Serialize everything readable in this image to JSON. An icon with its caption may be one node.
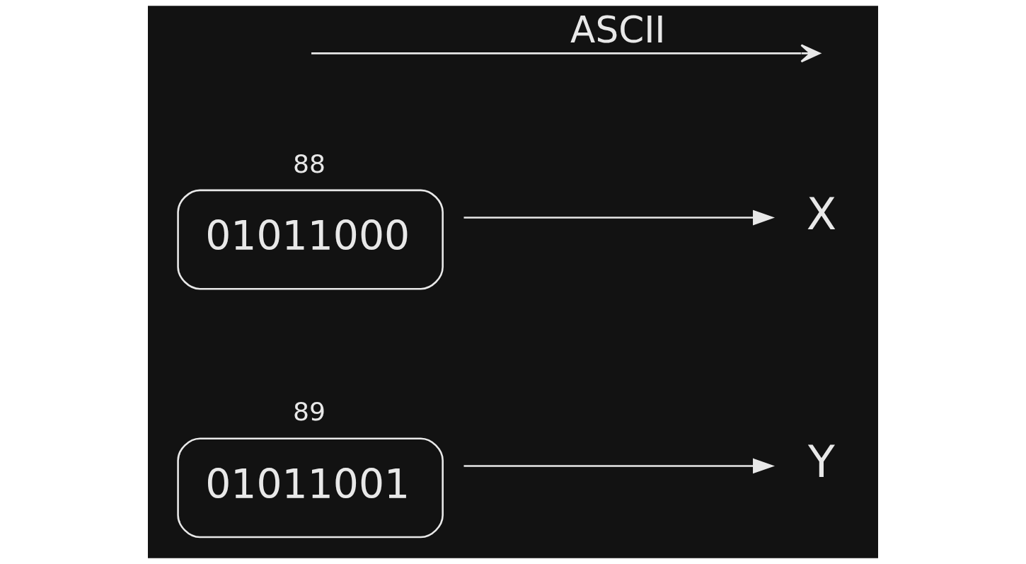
{
  "diagram": {
    "nodes": [
      {
        "text": [
          "89",
          "01011001"
        ]
      },
      {
        "text": [
          "88",
          "01011000"
        ]
      },
      {
        "text": [
          "Y"
        ]
      },
      {
        "text": [
          "X"
        ]
      }
    ],
    "edges": [
      {
        "from": 0,
        "to": 2,
        "arrow": "to"
      },
      {
        "from": 1,
        "to": 3,
        "arrow": "to"
      }
    ],
    "labels": [
      "ASCII"
    ]
  }
}
